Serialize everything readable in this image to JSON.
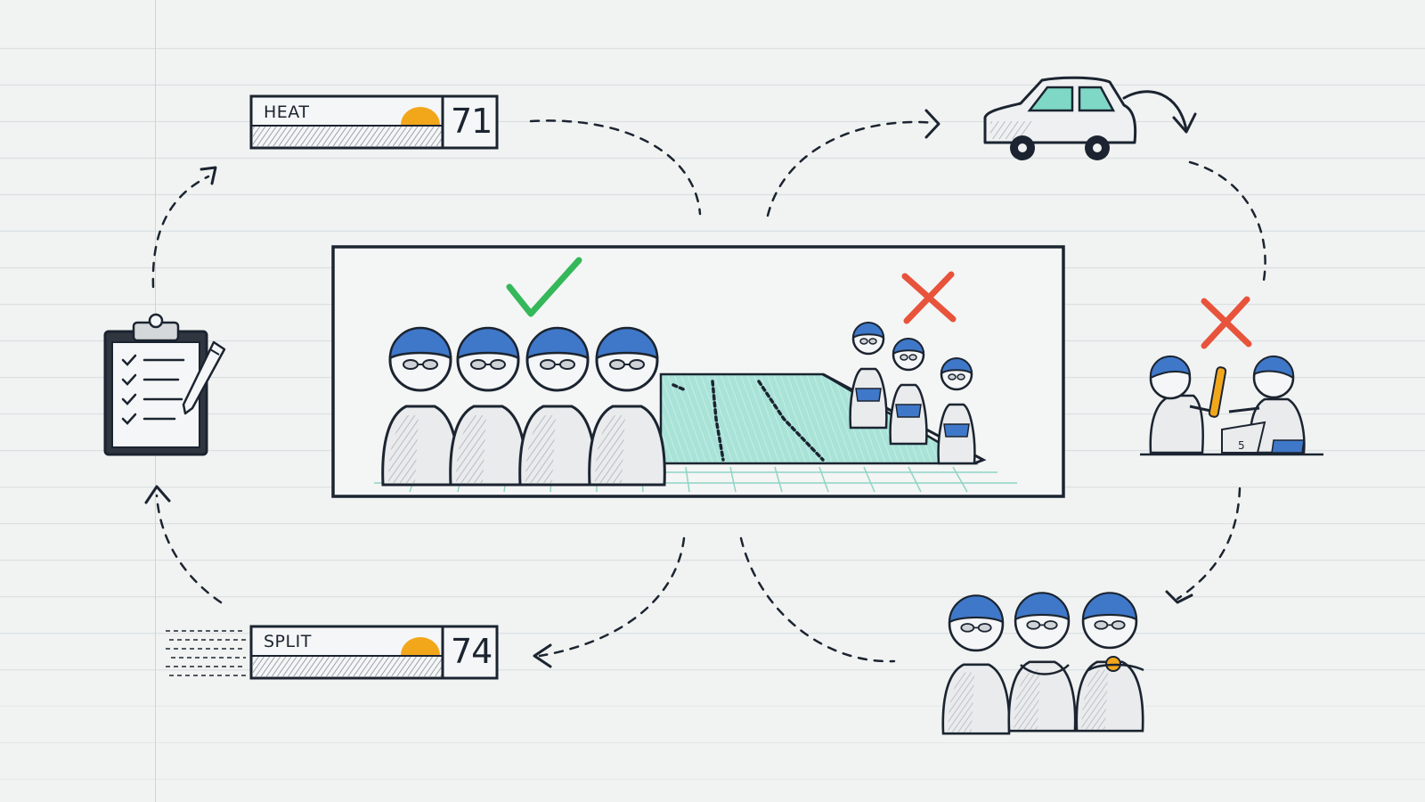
{
  "heat_card": {
    "label": "HEAT",
    "value": "71"
  },
  "split_card": {
    "label": "SPLIT",
    "value": "74"
  },
  "colors": {
    "ink": "#1b2430",
    "cap_blue": "#3f78c9",
    "water": "#a9e3d8",
    "check_green": "#34b85a",
    "cross_red": "#e8533b",
    "sun_orange": "#f2a71b",
    "paper": "#f1f3f2"
  },
  "icons": [
    "clipboard-icon",
    "car-icon",
    "check-icon",
    "cross-icon",
    "pool-icon",
    "baton-icon",
    "stopwatch-icon"
  ]
}
